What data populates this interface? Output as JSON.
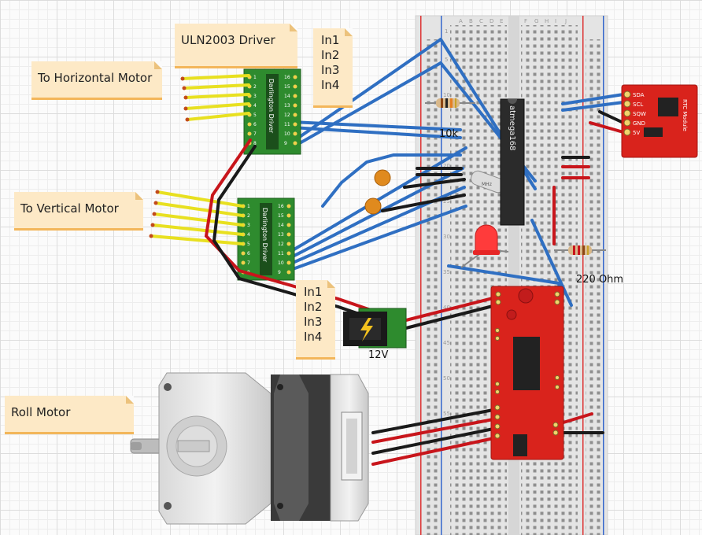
{
  "notes": {
    "uln_driver": "ULN2003 Driver",
    "horizontal_motor": "To Horizontal Motor",
    "vertical_motor": "To Vertical Motor",
    "roll_motor": "Roll Motor",
    "inputs_top": [
      "In1",
      "In2",
      "In3",
      "In4"
    ],
    "inputs_bottom": [
      "In1",
      "In2",
      "In3",
      "In4"
    ]
  },
  "labels": {
    "resistor_10k": "10k",
    "resistor_220": "220 Ohm",
    "power_12v": "12V"
  },
  "components": {
    "driver_chip": "Darlington Driver",
    "mcu": "atmega168",
    "rtc_title": "RTC Module",
    "rtc_pins": [
      "SDA",
      "SCL",
      "SQW",
      "GND",
      "5V"
    ],
    "crystal": "MHz",
    "driver_pins_left": [
      "1",
      "2",
      "3",
      "4",
      "5",
      "6",
      "7",
      "8"
    ],
    "driver_pins_right": [
      "16",
      "15",
      "14",
      "13",
      "12",
      "11",
      "10",
      "9"
    ]
  },
  "breadboard": {
    "columns_left": [
      "A",
      "B",
      "C",
      "D",
      "E"
    ],
    "columns_right": [
      "F",
      "G",
      "H",
      "I",
      "J"
    ],
    "row_numbers": [
      "1",
      "5",
      "10",
      "15",
      "20",
      "25",
      "30",
      "35",
      "40",
      "45",
      "50",
      "55"
    ]
  },
  "colors": {
    "wire_blue": "#2f6fc2",
    "wire_red": "#c8151b",
    "wire_black": "#1a1a1a",
    "wire_yellow": "#e8e020",
    "pcb_green": "#2e8b2e",
    "board_red": "#d9231c",
    "note_fill": "#fde9c6"
  }
}
